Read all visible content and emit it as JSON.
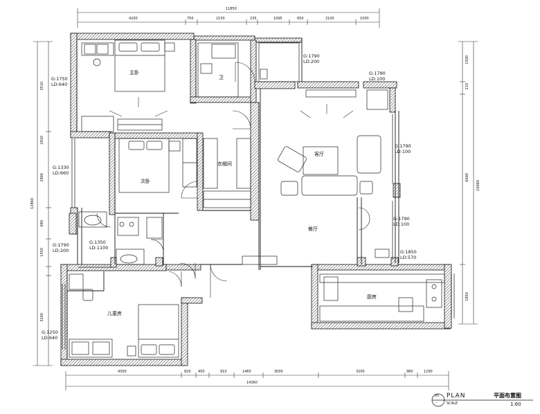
{
  "drawing": {
    "plan_label": "PLAN",
    "plan_title": "平面布置图",
    "scale_label": "SCALE",
    "scale_value": "1:60",
    "badge_top": "05",
    "badge_bottom": "-"
  },
  "rooms": {
    "master_bedroom": "主卧",
    "bath_top": "卫",
    "second_bedroom": "次卧",
    "cloakroom": "衣帽间",
    "living_room": "客厅",
    "dining_room": "餐厅",
    "kids_room": "儿童房",
    "kitchen": "厨房"
  },
  "dimensions": {
    "top_total": "11850",
    "top_segments": [
      "4200",
      "750",
      "2150",
      "235",
      "1095",
      "650",
      "2100",
      "1000"
    ],
    "bottom_segments": [
      "4300",
      "820",
      "450",
      "910",
      "1460",
      "3000",
      "3200",
      "980",
      "1290"
    ],
    "bottom_total": "14360",
    "left_segments": [
      "3510",
      "2910",
      "2900",
      "690",
      "1550",
      "3200"
    ],
    "left_total": "12860",
    "right_segments": [
      "1500",
      "210",
      "6600",
      "1850"
    ],
    "right_total": "10060"
  },
  "windows": [
    {
      "g": "G:1750",
      "ld": "LD:640"
    },
    {
      "g": "G:1790",
      "ld": "LD:200"
    },
    {
      "g": "G:1790",
      "ld": "LD:100"
    },
    {
      "g": "G:1330",
      "ld": "LD:660"
    },
    {
      "g": "G:1790",
      "ld": "LD:100"
    },
    {
      "g": "G:1790",
      "ld": "LD:100"
    },
    {
      "g": "G:1790",
      "ld": "LD:200"
    },
    {
      "g": "G:1350",
      "ld": "LD:1100"
    },
    {
      "g": "G:1850",
      "ld": "LD:570"
    },
    {
      "g": "G:1250",
      "ld": "LD:640"
    }
  ]
}
